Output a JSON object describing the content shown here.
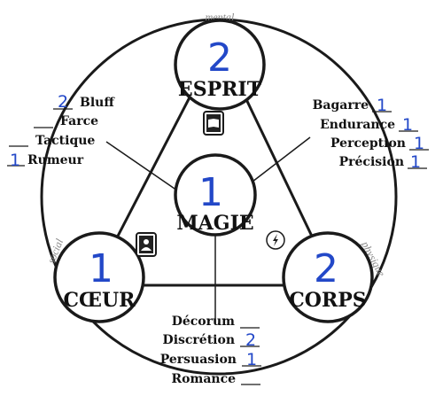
{
  "axis_labels": {
    "top": "mental",
    "left": "social",
    "right": "physique"
  },
  "nodes": {
    "esprit": {
      "label": "ESPRIT",
      "value": "2"
    },
    "magie": {
      "label": "MAGIE",
      "value": "1"
    },
    "coeur": {
      "label": "CŒUR",
      "value": "1"
    },
    "corps": {
      "label": "CORPS",
      "value": "2"
    }
  },
  "skills_esprit": [
    {
      "name": "Bluff",
      "value": "2"
    },
    {
      "name": "Farce",
      "value": ""
    },
    {
      "name": "Tactique",
      "value": ""
    },
    {
      "name": "Rumeur",
      "value": "1"
    }
  ],
  "skills_corps": [
    {
      "name": "Bagarre",
      "value": "1"
    },
    {
      "name": "Endurance",
      "value": "1"
    },
    {
      "name": "Perception",
      "value": "1"
    },
    {
      "name": "Précision",
      "value": "1"
    }
  ],
  "skills_coeur": [
    {
      "name": "Décorum",
      "value": ""
    },
    {
      "name": "Discrétion",
      "value": "2"
    },
    {
      "name": "Persuasion",
      "value": "1"
    },
    {
      "name": "Romance",
      "value": ""
    }
  ],
  "icons": [
    "book-icon",
    "person-card-icon",
    "lightning-icon"
  ],
  "colors": {
    "ink": "#1a1a1a",
    "pen": "#2348c8",
    "axis": "#888888"
  }
}
